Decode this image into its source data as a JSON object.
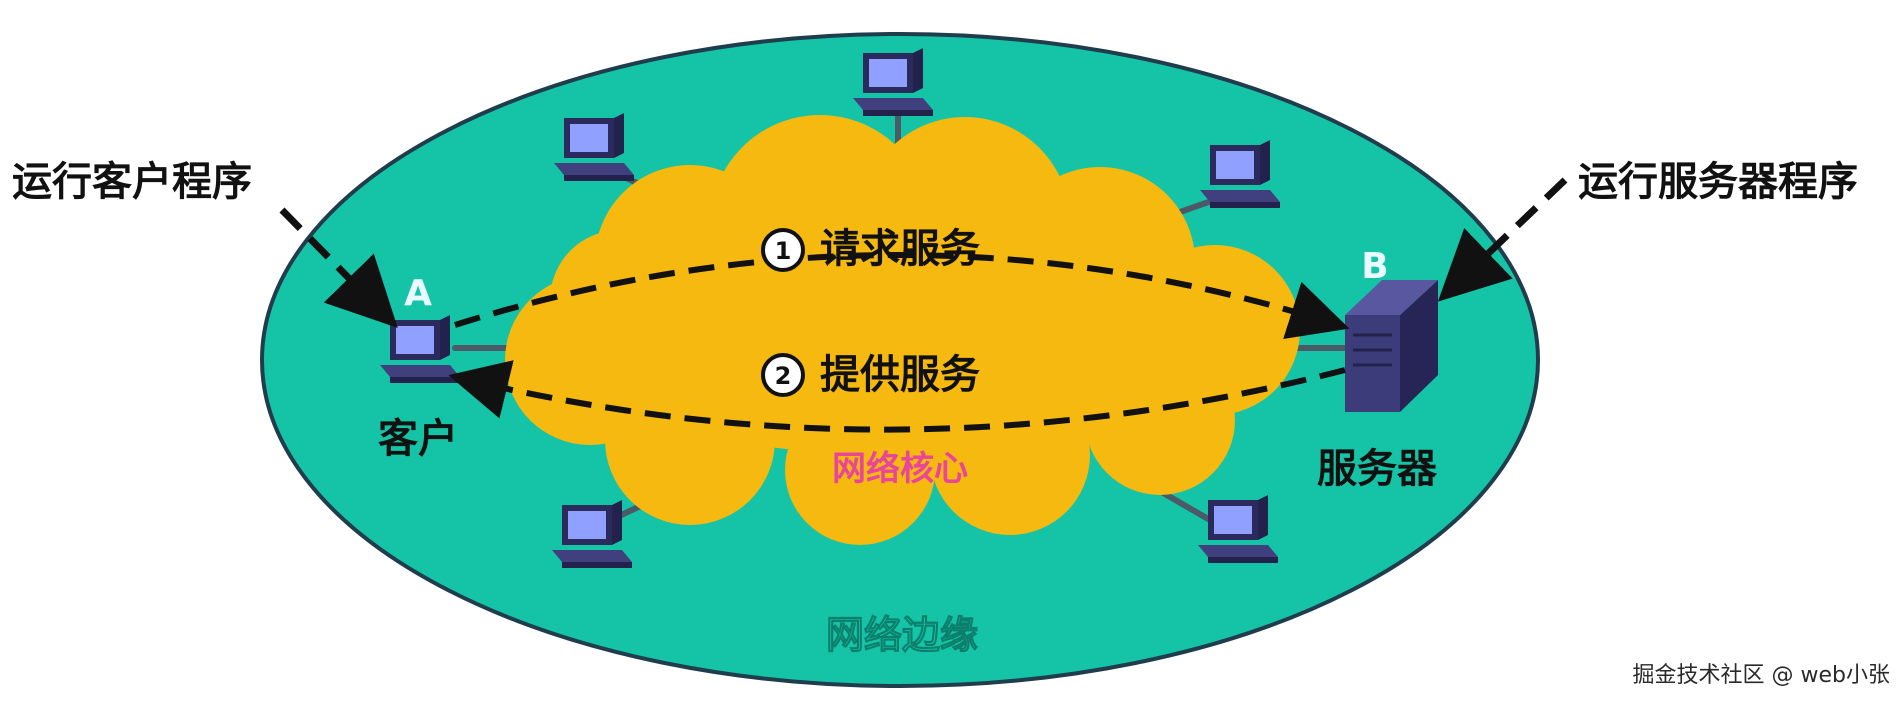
{
  "labels": {
    "client_program": "运行客户程序",
    "server_program": "运行服务器程序",
    "node_a": "A",
    "node_b": "B",
    "client": "客户",
    "server": "服务器",
    "request_num": "1",
    "request": "请求服务",
    "provide_num": "2",
    "provide": "提供服务",
    "network_core": "网络核心",
    "network_edge": "网络边缘",
    "watermark": "掘金技术社区 @ web小张"
  },
  "colors": {
    "edge_fill": "#15c4a6",
    "edge_stroke": "#1a3a4a",
    "core_fill": "#f5b90f",
    "core_text": "#e8459b",
    "edge_text": "#19d4b4",
    "ink": "#111111",
    "node_label": "#e9fbff",
    "computer_body": "#41407f",
    "computer_dark": "#23224d",
    "computer_screen": "#8fa0ff"
  },
  "icons": [
    "computer-icon",
    "server-icon"
  ]
}
